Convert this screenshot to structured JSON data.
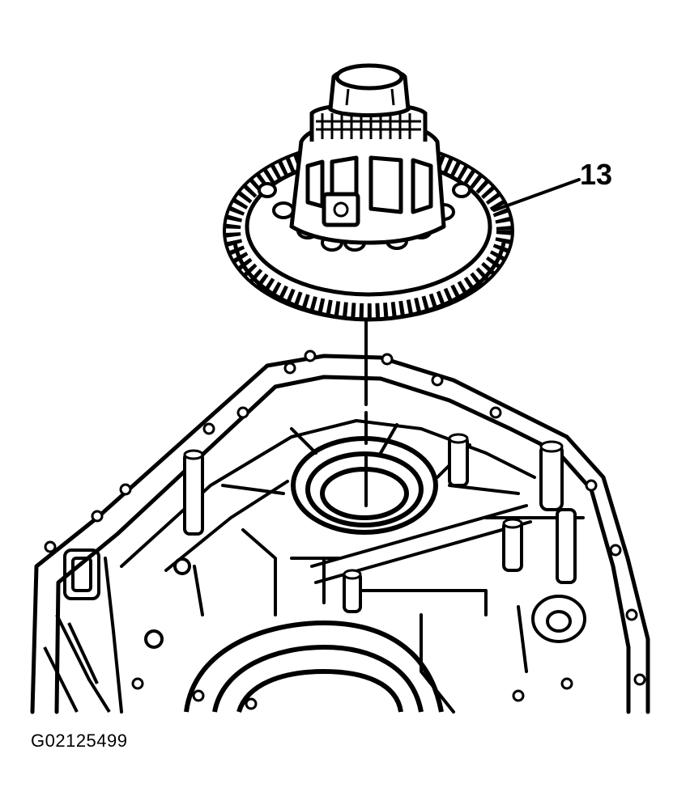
{
  "diagram": {
    "callouts": [
      {
        "label": "13",
        "target": "differential-ring-gear-assembly"
      }
    ],
    "figure_id": "G02125499",
    "colors": {
      "line": "#000000",
      "background": "#ffffff"
    }
  }
}
